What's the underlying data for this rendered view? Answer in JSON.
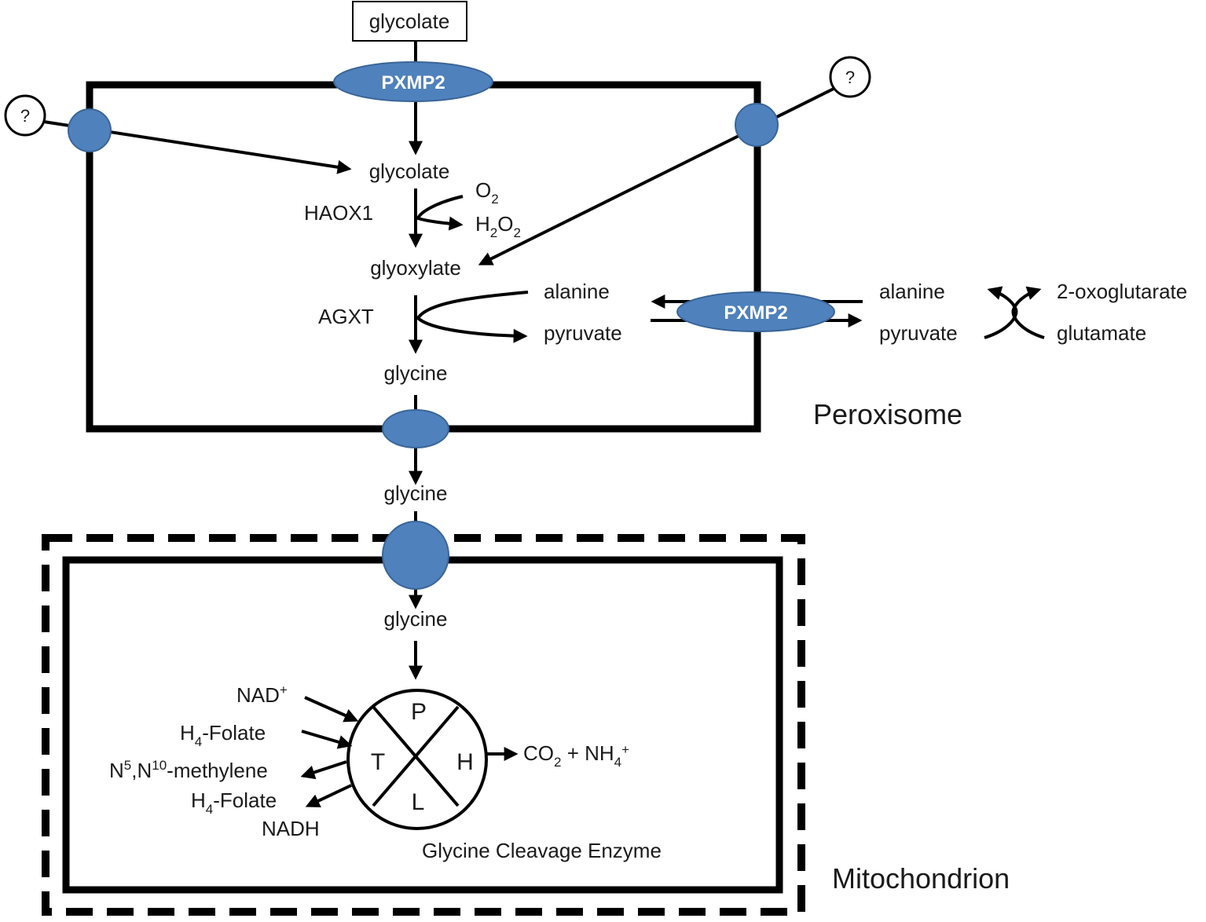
{
  "compartments": {
    "peroxisome": "Peroxisome",
    "mitochondrion": "Mitochondrion"
  },
  "metabolites": {
    "glycolate_outside": "glycolate",
    "glycolate": "glycolate",
    "o2_base": "O",
    "o2_sub": "2",
    "h2o2_h": "H",
    "h2o2_sub1": "2",
    "h2o2_o": "O",
    "h2o2_sub2": "2",
    "glyoxylate": "glyoxylate",
    "alanine_in": "alanine",
    "pyruvate_in": "pyruvate",
    "alanine_out": "alanine",
    "pyruvate_out": "pyruvate",
    "oxoglutarate": "2-oxoglutarate",
    "glutamate": "glutamate",
    "glycine_perox": "glycine",
    "glycine_cyto": "glycine",
    "glycine_mito": "glycine"
  },
  "enzymes": {
    "haox1": "HAOX1",
    "agxt": "AGXT",
    "pxmp2_top": "PXMP2",
    "pxmp2_side": "PXMP2",
    "unknown_left": "?",
    "unknown_right": "?",
    "gce_label": "Glycine Cleavage Enzyme",
    "gce_P": "P",
    "gce_T": "T",
    "gce_H": "H",
    "gce_L": "L"
  },
  "gce_cofactors": {
    "nad_base": "NAD",
    "nad_sup": "+",
    "h4folate1_h": "H",
    "h4folate1_sub": "4",
    "h4folate1_rest": "-Folate",
    "methylene_n": "N",
    "methylene_sup1": "5",
    "methylene_mid": ",N",
    "methylene_sup2": "10",
    "methylene_rest": "-methylene",
    "h4folate2_h": "H",
    "h4folate2_sub": "4",
    "h4folate2_rest": "-Folate",
    "nadh": "NADH",
    "co2_base": "CO",
    "co2_sub": "2",
    "plus": " + NH",
    "nh4_sub": "4",
    "nh4_sup": "+"
  }
}
